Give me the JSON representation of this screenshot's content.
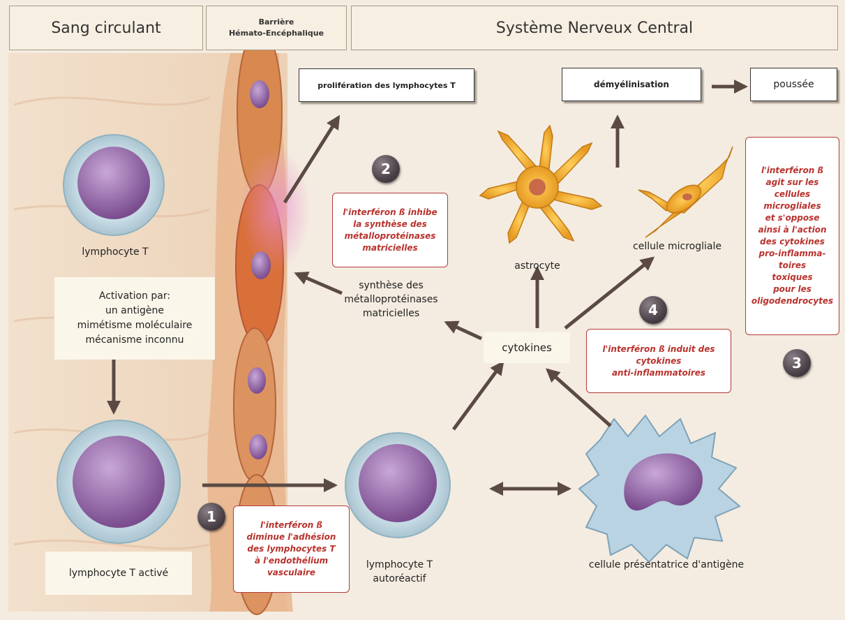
{
  "headers": {
    "blood": "Sang circulant",
    "barrier_line1": "Barrière",
    "barrier_line2": "Hémato-Encéphalique",
    "cns": "Système Nerveux Central"
  },
  "boxes": {
    "proliferation": "prolifération des lymphocytes T",
    "demyelination": "démyélinisation",
    "relapse": "poussée"
  },
  "labels": {
    "lymphocyte_t": "lymphocyte T",
    "activation": [
      "Activation par:",
      "un antigène",
      "mimétisme moléculaire",
      "mécanisme inconnu"
    ],
    "lymphocyte_active": "lymphocyte T activé",
    "mmp_synthesis": [
      "synthèse des",
      "métalloprotéinases",
      "matricielles"
    ],
    "astrocyte": "astrocyte",
    "microglia": "cellule microgliale",
    "cytokines": "cytokines",
    "autoreactive": [
      "lymphocyte T",
      "autoréactif"
    ],
    "apc": "cellule présentatrice d'antigène"
  },
  "notes": {
    "note1": [
      "l'interféron ß",
      "diminue l'adhésion",
      "des lymphocytes T",
      "à l'endothélium",
      "vasculaire"
    ],
    "note2": [
      "l'interféron ß inhibe",
      "la synthèse des",
      "métalloprotéinases",
      "matricielles"
    ],
    "note3": [
      "l'interféron ß",
      "agit sur les",
      "cellules",
      "microgliales",
      "et s'oppose",
      "ainsi à l'action",
      "des cytokines",
      "pro-inflamma-",
      "toires",
      "toxiques",
      "pour les",
      "oligodendrocytes"
    ],
    "note4": [
      "l'interféron ß induit des",
      "cytokines",
      "anti-inflammatoires"
    ]
  },
  "numbers": {
    "n1": "1",
    "n2": "2",
    "n3": "3",
    "n4": "4"
  },
  "colors": {
    "note_text": "#b8322d",
    "arrow": "#5b4a44",
    "cell_nucleus": "#8a5a9e",
    "glia": "#e6a82e",
    "vessel": "#d9894f"
  }
}
